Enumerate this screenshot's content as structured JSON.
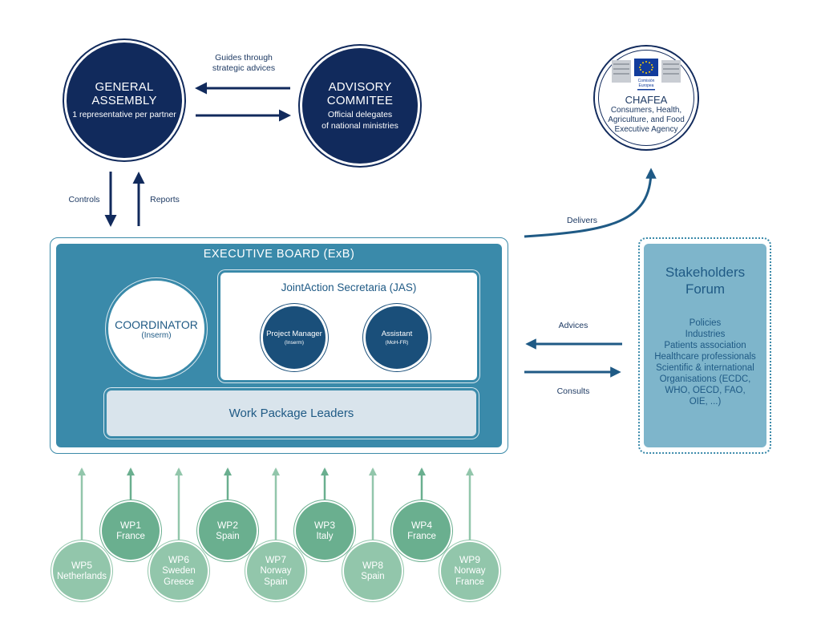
{
  "general_assembly": {
    "title": "GENERAL ASSEMBLY",
    "subtitle": "1 representative per partner"
  },
  "advisory_committee": {
    "title": "ADVISORY COMMITEE",
    "subtitle_line1": "Official delegates",
    "subtitle_line2": "of national ministries"
  },
  "guides_label": {
    "line1": "Guides through",
    "line2": "strategic advices"
  },
  "controls_label": "Controls",
  "reports_label": "Reports",
  "delivers_label": "Delivers",
  "advices_label": "Advices",
  "consults_label": "Consults",
  "chafea": {
    "logo_text_1": "Comisión",
    "logo_text_2": "Europea",
    "title": "CHAFEA",
    "line1": "Consumers, Health,",
    "line2": "Agriculture, and Food",
    "line3": "Executive Agency"
  },
  "executive_board": {
    "title": "EXECUTIVE BOARD (ExB)",
    "coordinator": {
      "title": "COORDINATOR",
      "subtitle": "(Inserm)"
    },
    "jas": {
      "title": "JointAction Secretaria (JAS)",
      "project_manager": {
        "title": "Project Manager",
        "subtitle": "(Inserm)"
      },
      "assistant": {
        "title": "Assistant",
        "subtitle": "(MoH-FR)"
      }
    },
    "wp_leaders": "Work Package Leaders"
  },
  "stakeholders": {
    "title_line1": "Stakeholders",
    "title_line2": "Forum",
    "items": [
      "Policies",
      "Industries",
      "Patients association",
      "Healthcare professionals",
      "Scientific & international",
      "Organisations (ECDC,",
      "WHO, OECD, FAO,",
      "OIE, ...)"
    ]
  },
  "work_packages": [
    {
      "title": "WP5",
      "lines": [
        "Netherlands"
      ]
    },
    {
      "title": "WP1",
      "lines": [
        "France"
      ]
    },
    {
      "title": "WP6",
      "lines": [
        "Sweden",
        "Greece"
      ]
    },
    {
      "title": "WP2",
      "lines": [
        "Spain"
      ]
    },
    {
      "title": "WP7",
      "lines": [
        "Norway",
        "Spain"
      ]
    },
    {
      "title": "WP3",
      "lines": [
        "Italy"
      ]
    },
    {
      "title": "WP8",
      "lines": [
        "Spain"
      ]
    },
    {
      "title": "WP4",
      "lines": [
        "France"
      ]
    },
    {
      "title": "WP9",
      "lines": [
        "Norway",
        "France"
      ]
    }
  ],
  "colors": {
    "navy": "#112a5c",
    "teal": "#3a8aaa",
    "light_teal": "#7eb5cb",
    "green": "#6aaf8f",
    "light_green": "#92c6ab"
  }
}
